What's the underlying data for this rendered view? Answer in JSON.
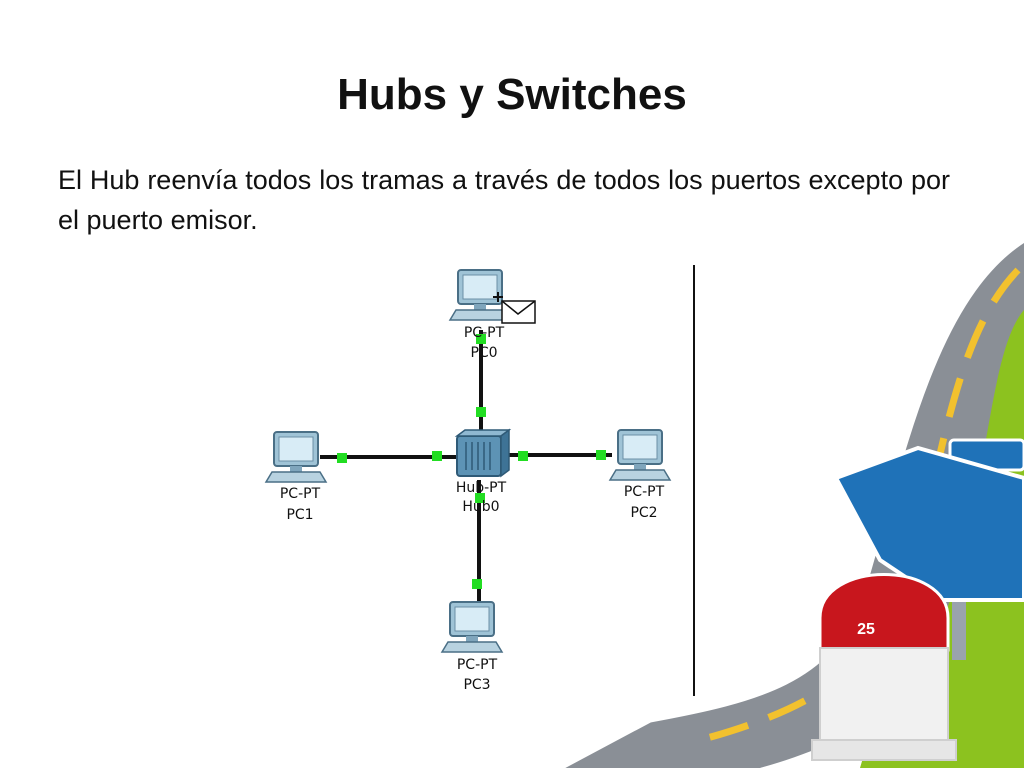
{
  "slide": {
    "title": "Hubs y Switches",
    "body": "El Hub reenvía todos los tramas a través de todos los puertos excepto por el puerto emisor.",
    "page_number": "25"
  },
  "diagram": {
    "hub": {
      "type": "Hub-PT",
      "name": "Hub0"
    },
    "pcs": [
      {
        "type": "PC-PT",
        "name": "PC0",
        "position": "top",
        "sending": true
      },
      {
        "type": "PC-PT",
        "name": "PC1",
        "position": "left"
      },
      {
        "type": "PC-PT",
        "name": "PC2",
        "position": "right"
      },
      {
        "type": "PC-PT",
        "name": "PC3",
        "position": "bottom"
      }
    ],
    "link_status_color": "#22dd22"
  },
  "colors": {
    "road": "#8a8f96",
    "road_line": "#f2c12e",
    "grass": "#8cc21f",
    "sign_blue": "#1f72b8",
    "milestone_red": "#c8161d"
  }
}
